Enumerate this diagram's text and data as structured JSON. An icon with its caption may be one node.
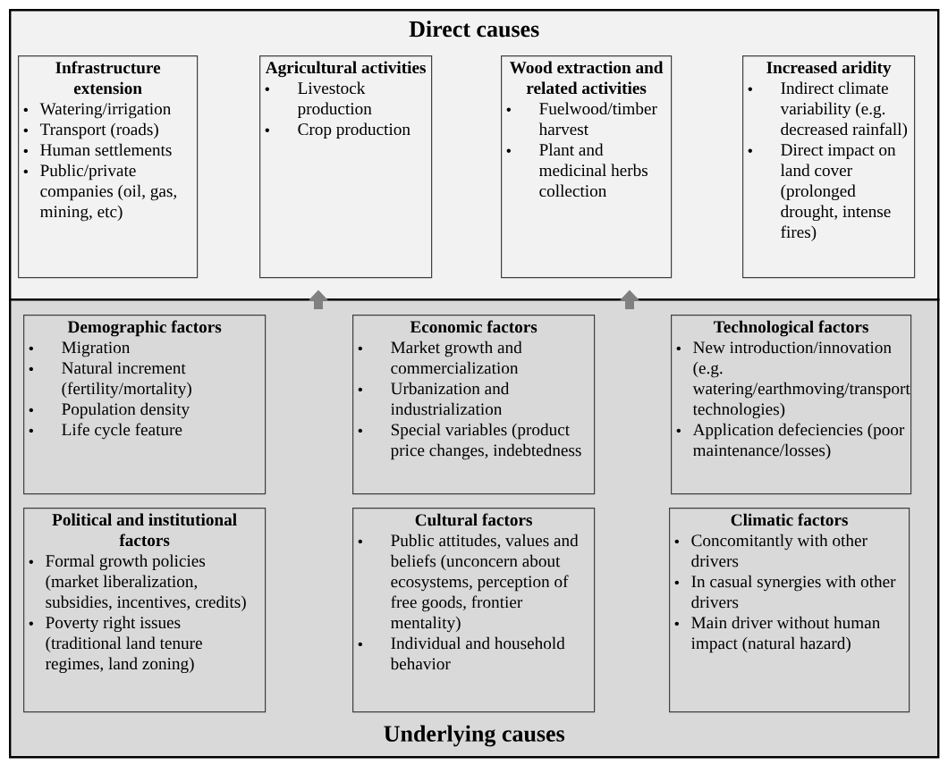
{
  "diagram": {
    "nodes": [
      {
        "text": [
          "Direct causes"
        ]
      },
      {
        "text": [
          "Infrastructure extension",
          "Watering/irrigation",
          "Transport (roads)",
          "Human settlements",
          "Public/private companies (oil, gas, mining, etc)"
        ],
        "in": 0
      },
      {
        "text": [
          "Agricultural activities",
          "Livestock production",
          "Crop production"
        ],
        "in": 0
      },
      {
        "text": [
          "Wood extraction and related activities",
          "Fuelwood/timber harvest",
          "Plant and medicinal herbs collection"
        ],
        "in": 0
      },
      {
        "text": [
          "Increased aridity",
          "Indirect climate variability (e.g. decreased rainfall)",
          "Direct impact on land cover (prolonged drought, intense fires)"
        ],
        "in": 0
      },
      {
        "text": [
          "Underlying causes"
        ]
      },
      {
        "text": [
          "Demographic factors",
          "Migration",
          "Natural increment (fertility/mortality)",
          "Population density",
          "Life cycle feature"
        ],
        "in": 5
      },
      {
        "text": [
          "Economic factors",
          "Market growth and commercialization",
          "Urbanization and industrialization",
          "Special variables (product price changes, indebtedness"
        ],
        "in": 5
      },
      {
        "text": [
          "Technological factors",
          "New introduction/innovation (e.g. watering/earthmoving/transport technologies)",
          "Application defeciencies (poor maintenance/losses)"
        ],
        "in": 5
      },
      {
        "text": [
          "Political and institutional factors",
          "Formal growth policies (market liberalization, subsidies, incentives, credits)",
          "Poverty right issues (traditional land tenure regimes, land zoning)"
        ],
        "in": 5
      },
      {
        "text": [
          "Cultural factors",
          "Public attitudes, values and beliefs (unconcern about ecosystems, perception of free goods, frontier mentality)",
          "Individual and household behavior"
        ],
        "in": 5
      },
      {
        "text": [
          "Climatic factors",
          "Concomitantly with other drivers",
          "In casual synergies with other drivers",
          "Main driver without human impact (natural hazard)"
        ],
        "in": 5
      }
    ],
    "edges": [
      {
        "from": 5,
        "to": 0,
        "arrow": "to"
      },
      {
        "from": 5,
        "to": 0,
        "arrow": "to"
      }
    ]
  }
}
